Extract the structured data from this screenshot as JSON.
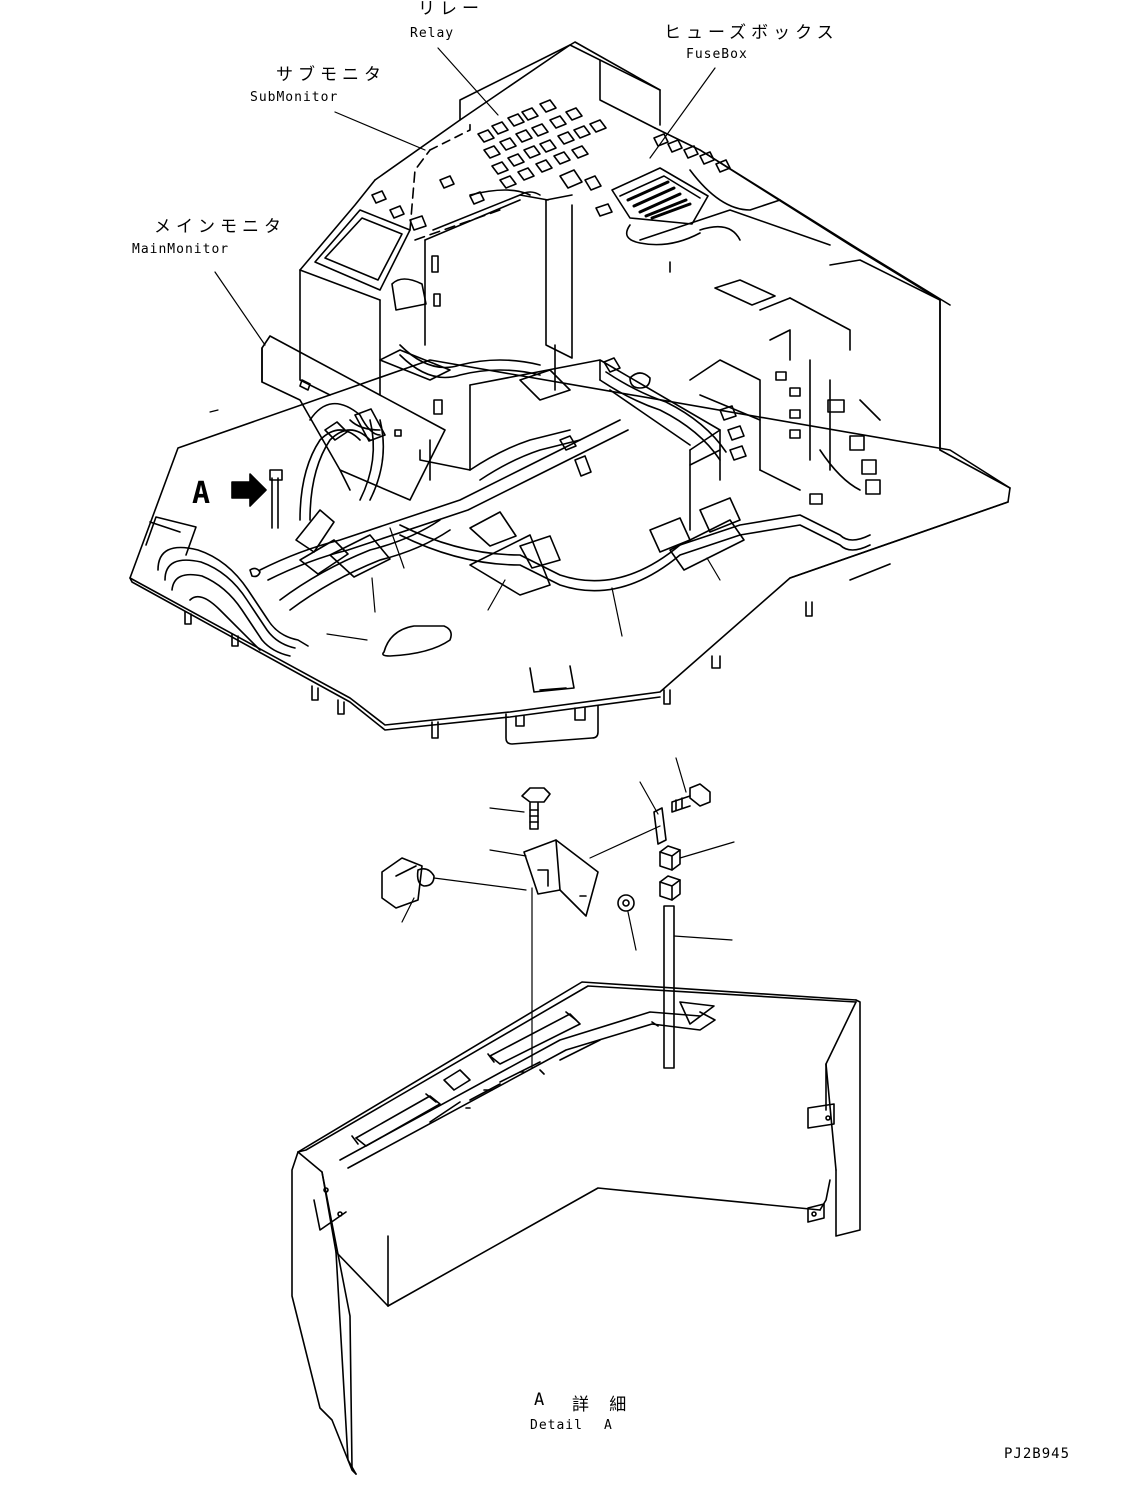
{
  "labels": {
    "relay_jp": "リレー",
    "relay_en": "Relay",
    "fusebox_jp": "ヒューズボックス",
    "fusebox_en": "FuseBox",
    "submonitor_jp": "サブモニタ",
    "submonitor_en": "SubMonitor",
    "mainmonitor_jp": "メインモニタ",
    "mainmonitor_en": "MainMonitor",
    "view_marker": "A",
    "detail_jp_a": "A",
    "detail_jp": "詳 細",
    "detail_en": "Detail",
    "detail_en_a": "A",
    "drawing_code": "PJ2B945"
  }
}
